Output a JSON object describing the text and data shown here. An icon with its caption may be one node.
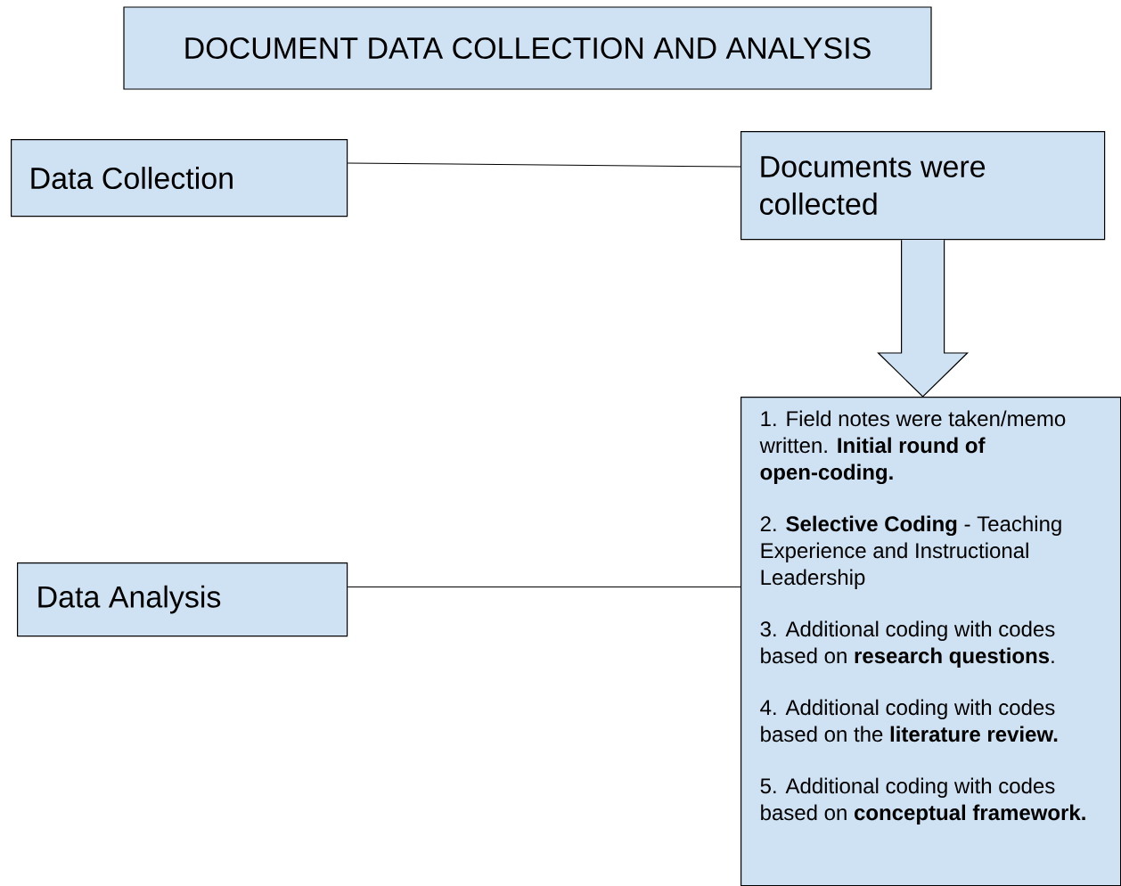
{
  "diagram": {
    "title": "DOCUMENT DATA COLLECTION AND ANALYSIS",
    "nodes": [
      {
        "text": [
          "Data Collection"
        ]
      },
      {
        "text": [
          "Documents were collected"
        ]
      },
      {
        "text": [
          "Data Analysis"
        ]
      },
      {
        "text": [
          "1. Field notes were taken/memo written. **Initial round of open-coding.**",
          "2. **Selective Coding** - Teaching Experience and Instructional Leadership",
          "3. Additional coding with codes based on **research questions**.",
          "4. Additional coding with codes based on the **literature review.**",
          "5. Additional coding with codes based on **conceptual framework.**"
        ]
      }
    ],
    "edges": [
      {
        "from": 0,
        "to": 1,
        "arrow": "none"
      },
      {
        "from": 1,
        "to": 3,
        "arrow": "to"
      },
      {
        "from": 2,
        "to": 3,
        "arrow": "none"
      }
    ]
  }
}
